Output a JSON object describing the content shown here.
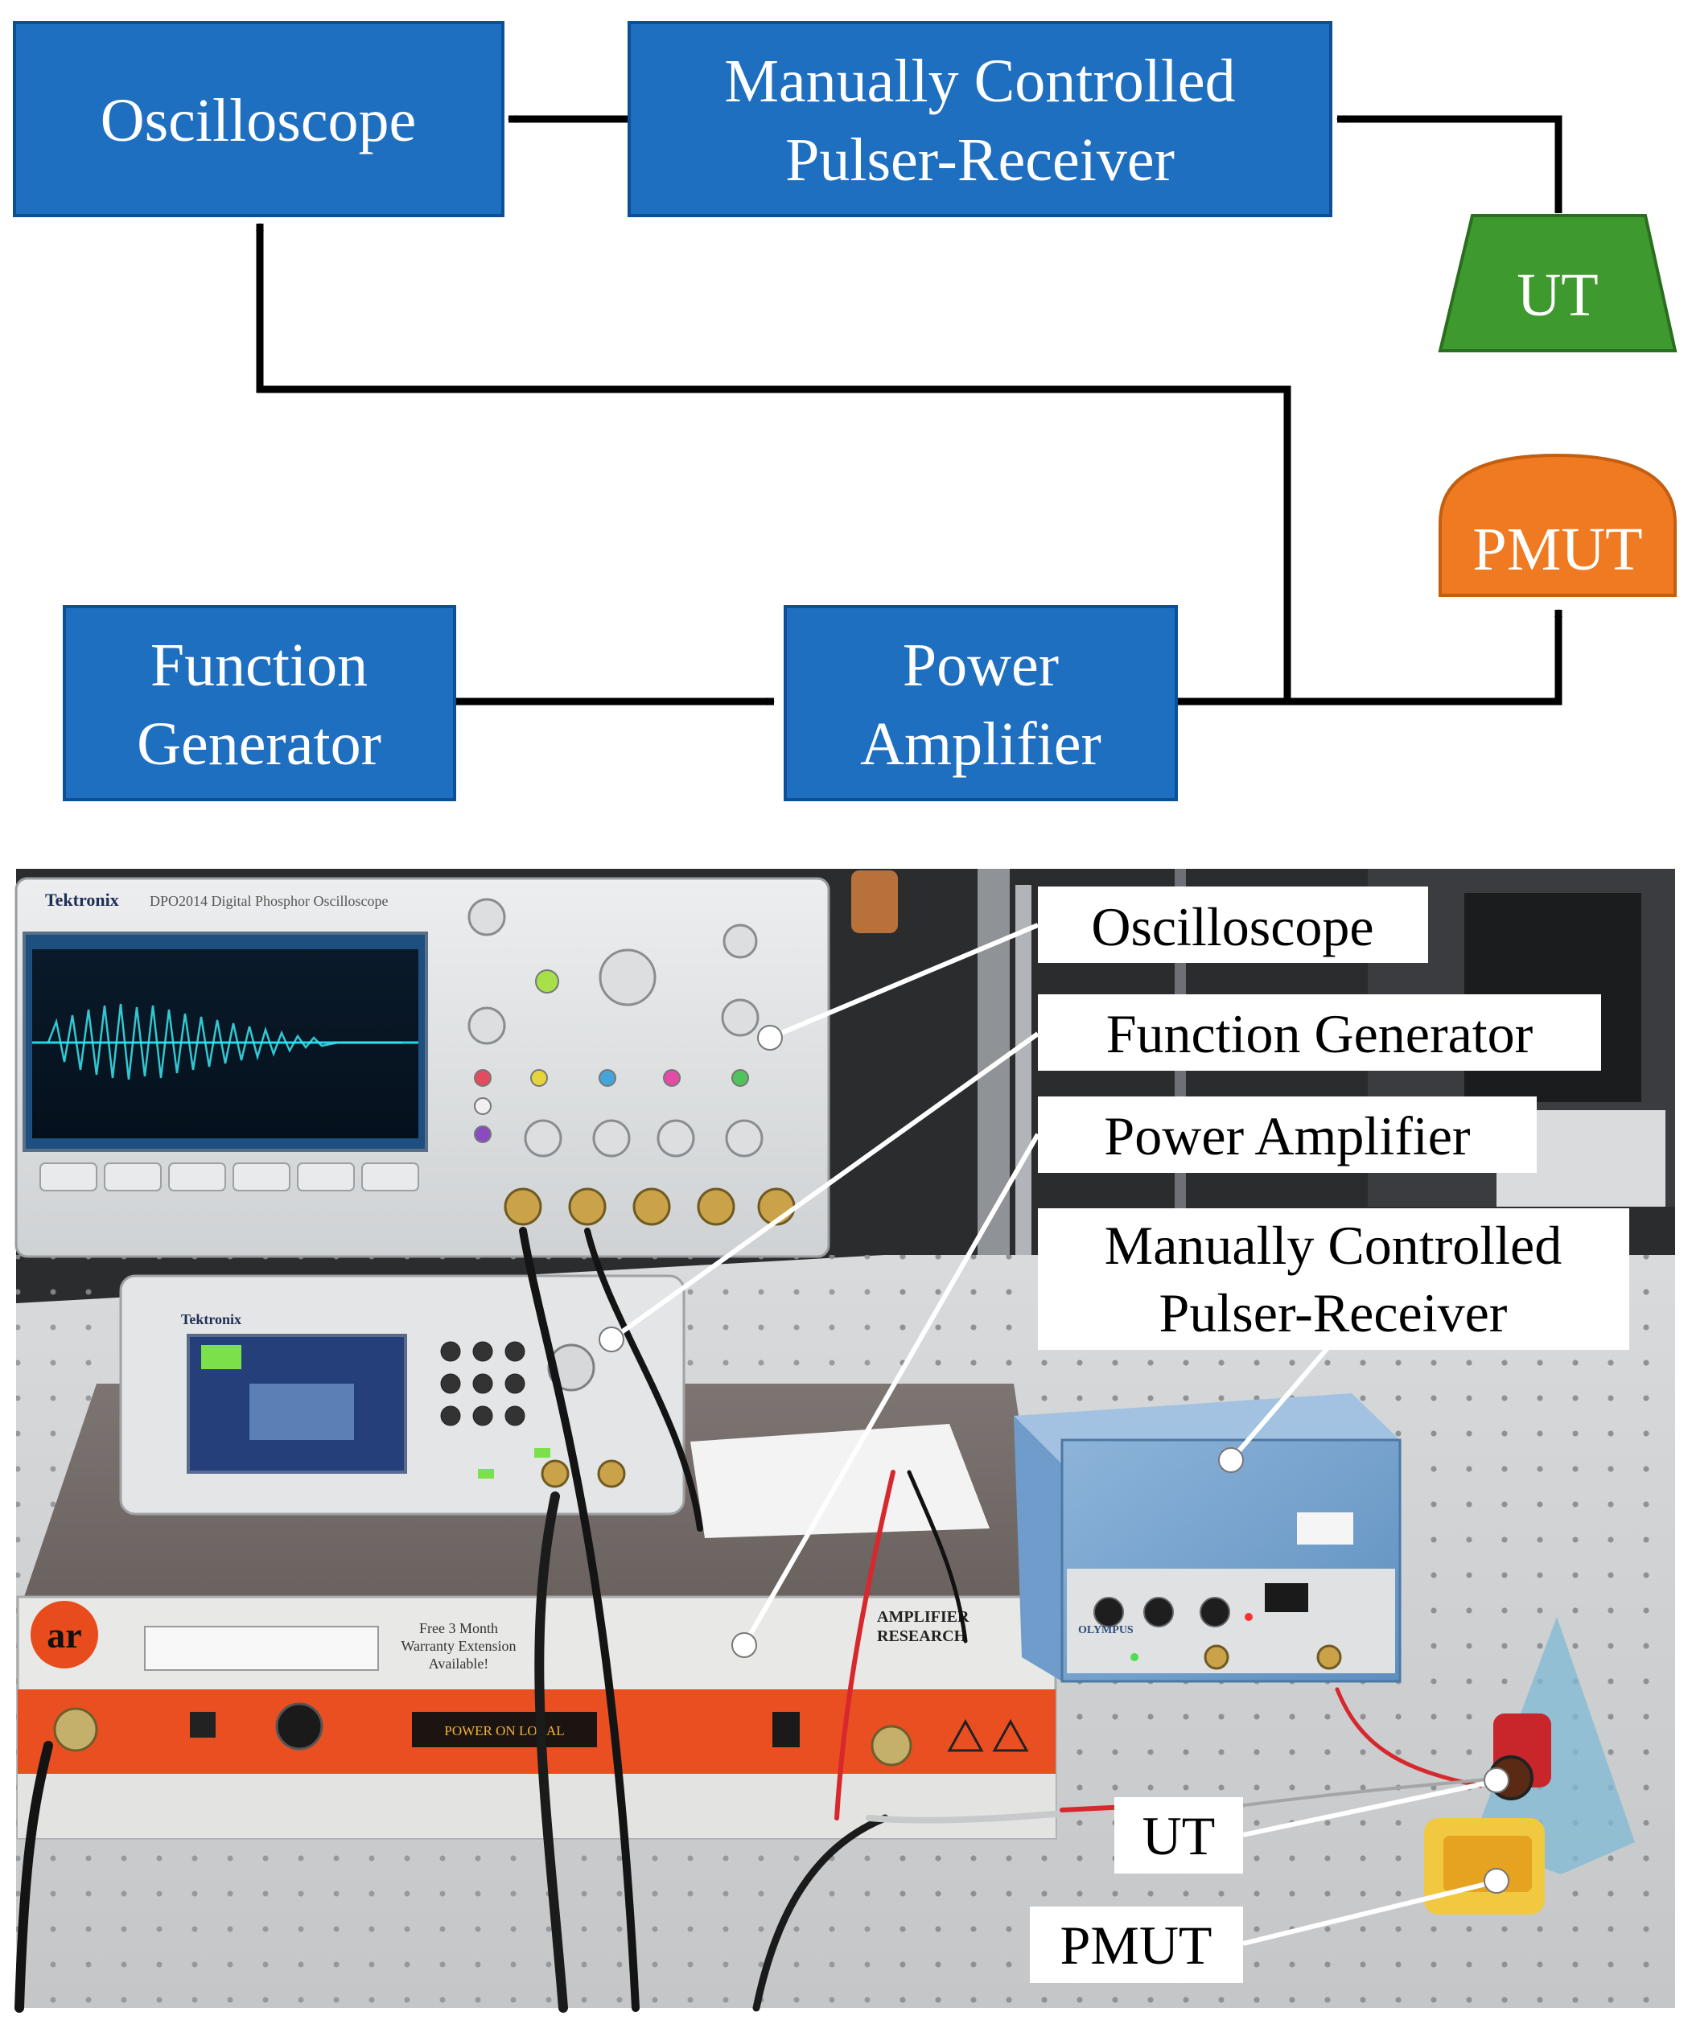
{
  "diagram": {
    "blocks": {
      "oscilloscope": {
        "lines": [
          "Oscilloscope"
        ]
      },
      "pulser_receiver": {
        "lines": [
          "Manually Controlled",
          "Pulser-Receiver"
        ]
      },
      "function_generator": {
        "lines": [
          "Function",
          "Generator"
        ]
      },
      "power_amplifier": {
        "lines": [
          "Power",
          "Amplifier"
        ]
      },
      "ut": {
        "lines": [
          "UT"
        ]
      },
      "pmut": {
        "lines": [
          "PMUT"
        ]
      }
    },
    "connections": [
      {
        "from": "function_generator",
        "to": "power_amplifier"
      },
      {
        "from": "power_amplifier",
        "to": "pmut"
      },
      {
        "from": "power_amplifier",
        "to": "oscilloscope"
      },
      {
        "from": "ut",
        "to": "pulser_receiver"
      },
      {
        "from": "pulser_receiver",
        "to": "oscilloscope"
      }
    ]
  },
  "photo": {
    "labels": {
      "oscilloscope": {
        "lines": [
          "Oscilloscope"
        ]
      },
      "function_generator": {
        "lines": [
          "Function Generator"
        ]
      },
      "power_amplifier": {
        "lines": [
          "Power Amplifier"
        ]
      },
      "pulser_receiver": {
        "lines": [
          "Manually Controlled",
          "Pulser-Receiver"
        ]
      },
      "ut": {
        "lines": [
          "UT"
        ]
      },
      "pmut": {
        "lines": [
          "PMUT"
        ]
      }
    },
    "instrument_text": {
      "scope_brand": "Tektronix",
      "scope_model": "DPO2014 Digital Phosphor Oscilloscope",
      "fg_brand": "Tektronix",
      "amp_badge": "ar",
      "amp_brand_line1": "AMPLIFIER",
      "amp_brand_line2": "RESEARCH",
      "amp_panel_text1": "Free 3 Month",
      "amp_panel_text2": "Warranty Extension",
      "amp_panel_text3": "Available!",
      "amp_display": "POWER ON   LOCAL",
      "pulser_brand": "OLYMPUS"
    }
  },
  "colors": {
    "block_fill": "#1f6fc0",
    "block_stroke": "#0d4f96",
    "ut_fill": "#3e9a2e",
    "pmut_fill": "#f07a22",
    "connector": "#000000",
    "label_box": "#ffffff"
  }
}
